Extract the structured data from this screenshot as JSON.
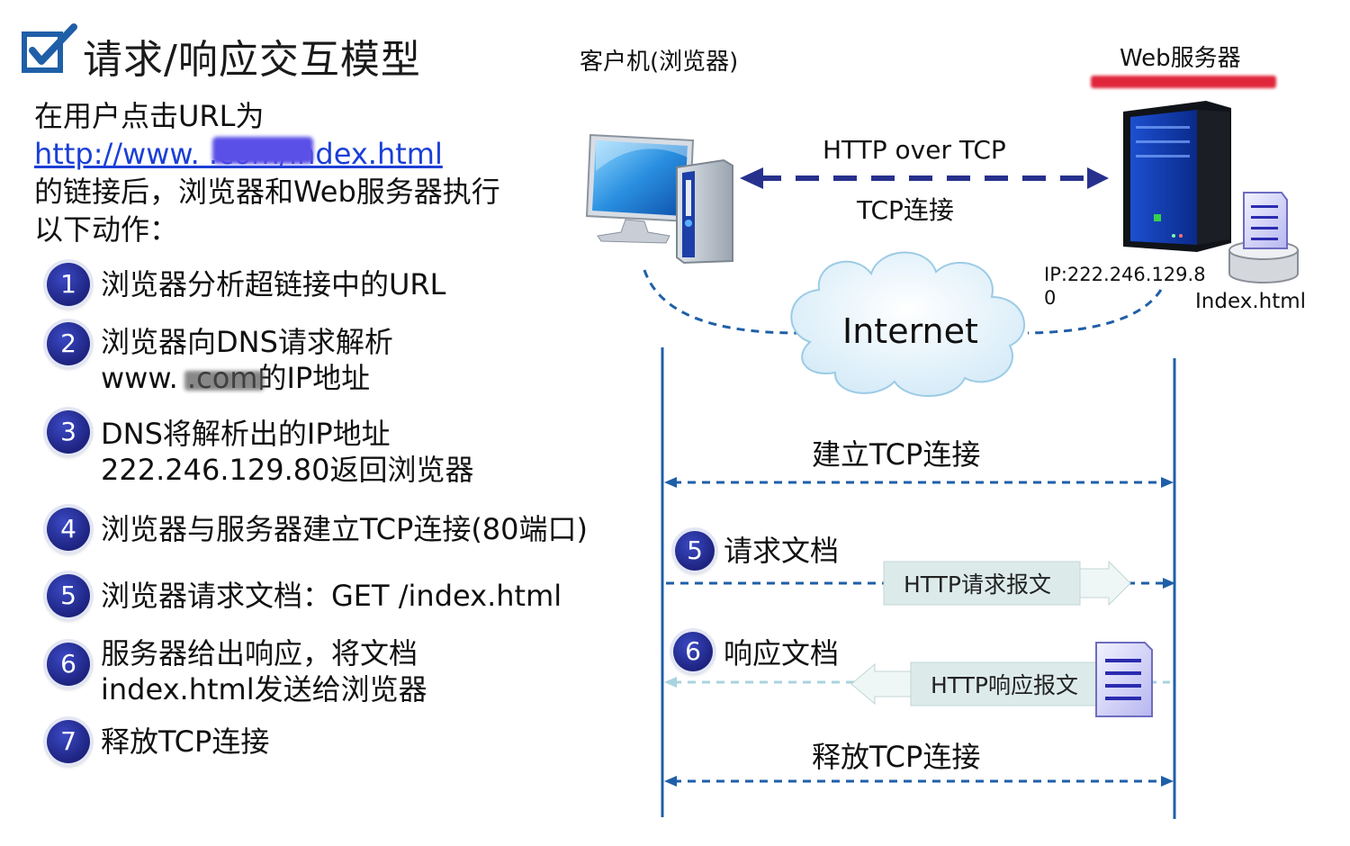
{
  "title": "请求/响应交互模型",
  "intro": {
    "line1": "在用户点击URL为",
    "link": "http://www.          .com/index.html",
    "line3": "的链接后，浏览器和Web服务器执行",
    "line4": "以下动作："
  },
  "steps": [
    {
      "num": "1",
      "line1": "浏览器分析超链接中的URL",
      "line2": ""
    },
    {
      "num": "2",
      "line1": "浏览器向DNS请求解析",
      "line2": "www.          .com的IP地址"
    },
    {
      "num": "3",
      "line1": "DNS将解析出的IP地址",
      "line2": "222.246.129.80返回浏览器"
    },
    {
      "num": "4",
      "line1": "浏览器与服务器建立TCP连接(80端口)",
      "line2": ""
    },
    {
      "num": "5",
      "line1": "浏览器请求文档：GET /index.html",
      "line2": ""
    },
    {
      "num": "6",
      "line1": "服务器给出响应，将文档",
      "line2": "index.html发送给浏览器"
    },
    {
      "num": "7",
      "line1": "释放TCP连接",
      "line2": ""
    }
  ],
  "diagram": {
    "client_label": "客户机(浏览器)",
    "server_label": "Web服务器",
    "http_over_tcp": "HTTP over TCP",
    "tcp_connection": "TCP连接",
    "ip_label_line1": "IP:222.246.129.8",
    "ip_label_line2": "0",
    "index_file": "Index.html",
    "internet": "Internet",
    "establish_tcp": "建立TCP连接",
    "request_num": "5",
    "request_doc": "请求文档",
    "http_request_msg": "HTTP请求报文",
    "response_num": "6",
    "response_doc": "响应文档",
    "http_response_msg": "HTTP响应报文",
    "release_tcp": "释放TCP连接"
  },
  "colors": {
    "accent_blue": "#1f5fa8",
    "arrow_navy": "#27318d",
    "step_circle": "#242a8c",
    "link": "#1b3fd6"
  }
}
